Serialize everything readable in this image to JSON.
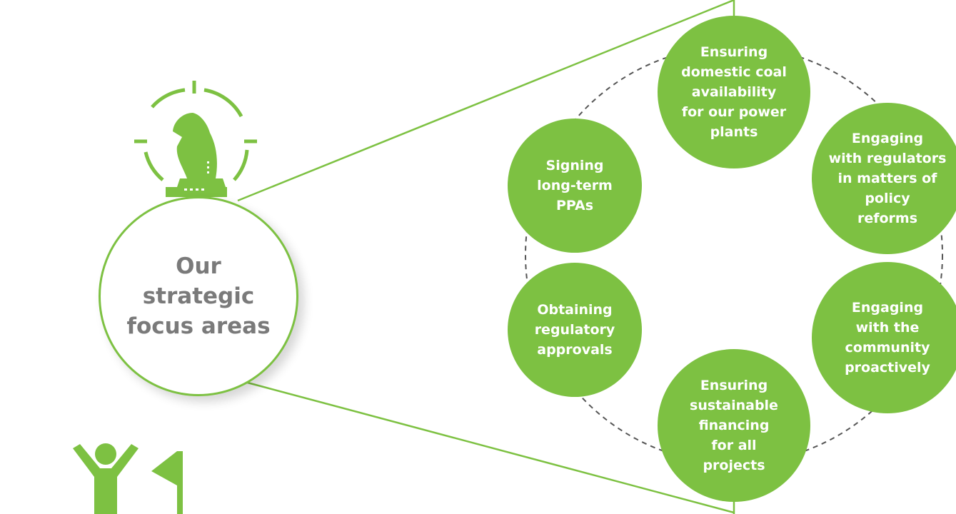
{
  "main_label": "Our\nstrategic\nfocus areas",
  "focus_areas": [
    {
      "text": "Ensuring\ndomestic coal\navailability\nfor our power\nplants"
    },
    {
      "text": "Engaging\nwith regulators\nin matters of\npolicy\nreforms"
    },
    {
      "text": "Engaging\nwith the\ncommunity\nproactively"
    },
    {
      "text": "Ensuring\nsustainable\nfinancing\nfor all\nprojects"
    },
    {
      "text": "Obtaining\nregulatory\napprovals"
    },
    {
      "text": "Signing\nlong-term\nPPAs"
    }
  ],
  "colors": {
    "accent": "#7dc142",
    "label_gray": "#7a7a7a",
    "ring_dash": "#555555"
  },
  "icons": [
    "chess-knight-target-icon",
    "person-flag-icon"
  ]
}
